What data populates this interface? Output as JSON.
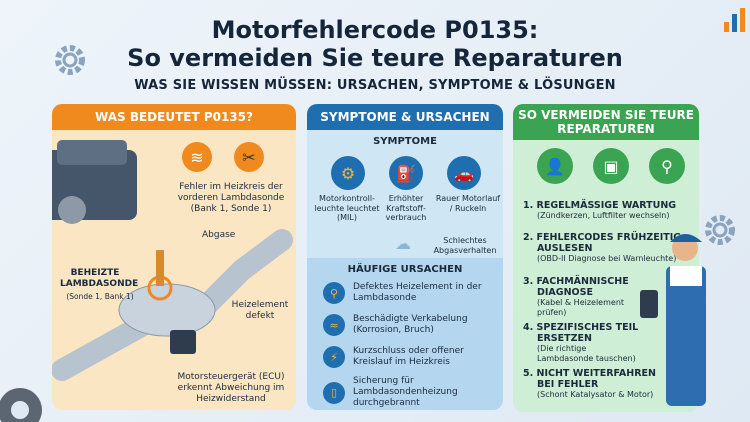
{
  "title": {
    "line1": "Motorfehlercode P0135:",
    "line2": "So vermeiden Sie teure Reparaturen"
  },
  "subtitle": "WAS SIE WISSEN MÜSSEN: URSACHEN, SYMPTOME & LÖSUNGEN",
  "panel1": {
    "header": "WAS BEDEUTET P0135?",
    "fault_text": "Fehler im Heizkreis der vorderen Lambdasonde (Bank 1, Sonde 1)",
    "exhaust": "Abgase",
    "sensor_title": "BEHEIZTE LAMBDASONDE",
    "sensor_sub": "(Sonde 1, Bank 1)",
    "heater": "Heizelement defekt",
    "ecu": "Motorsteuergerät (ECU) erkennt Abweichung im Heizwiderstand"
  },
  "panel2": {
    "header": "SYMPTOME & URSACHEN",
    "symptoms_title": "SYMPTOME",
    "symptoms": [
      "Motorkontroll-leuchte leuchtet (MIL)",
      "Erhöhter Kraftstoff-verbrauch",
      "Rauer Motorlauf / Ruckeln",
      "Schlechtes Abgasverhalten"
    ],
    "causes_title": "HÄUFIGE URSACHEN",
    "causes": [
      "Defektes Heizelement in der Lambdasonde",
      "Beschädigte Verkabelung (Korrosion, Bruch)",
      "Kurzschluss oder offener Kreislauf im Heizkreis",
      "Sicherung für Lambdasondenheizung durchgebrannt"
    ]
  },
  "panel3": {
    "header": "SO VERMEIDEN SIE TEURE REPARATUREN",
    "steps": [
      {
        "title": "1. REGELMÄSSIGE WARTUNG",
        "detail": "(Zündkerzen, Luftfilter wechseln)"
      },
      {
        "title": "2. FEHLERCODES FRÜHZEITIG AUSLESEN",
        "detail": "(OBD-II Diagnose bei Warnleuchte)"
      },
      {
        "title": "3. FACHMÄNNISCHE DIAGNOSE",
        "detail": "(Kabel & Heizelement prüfen)"
      },
      {
        "title": "4. SPEZIFISCHES TEIL ERSETZEN",
        "detail": "(Die richtige Lambdasonde tauschen)"
      },
      {
        "title": "5. NICHT WEITERFAHREN BEI FEHLER",
        "detail": "(Schont Katalysator & Motor)"
      }
    ]
  },
  "colors": {
    "orange": "#f08a1e",
    "blue": "#1f6fb0",
    "green": "#3aa453"
  }
}
